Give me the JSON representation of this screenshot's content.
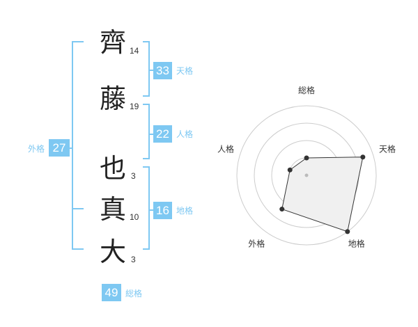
{
  "name": {
    "characters": [
      {
        "char": "齊",
        "strokes": "14"
      },
      {
        "char": "藤",
        "strokes": "19"
      },
      {
        "char": "也",
        "strokes": "3"
      },
      {
        "char": "真",
        "strokes": "10"
      },
      {
        "char": "大",
        "strokes": "3"
      }
    ]
  },
  "fortune": {
    "tenkaku": {
      "value": "33",
      "label": "天格"
    },
    "jinkaku": {
      "value": "22",
      "label": "人格"
    },
    "chikaku": {
      "value": "16",
      "label": "地格"
    },
    "gaikaku": {
      "value": "27",
      "label": "外格"
    },
    "soukaku": {
      "value": "49",
      "label": "総格"
    }
  },
  "colors": {
    "accent": "#7ec8f2",
    "text": "#222222",
    "grid": "#cccccc"
  },
  "chart_data": {
    "type": "radar",
    "axes": [
      "総格",
      "天格",
      "地格",
      "外格",
      "人格"
    ],
    "values": [
      0.25,
      0.85,
      1.0,
      0.6,
      0.25
    ],
    "rings": 4,
    "range": [
      0,
      1
    ]
  }
}
